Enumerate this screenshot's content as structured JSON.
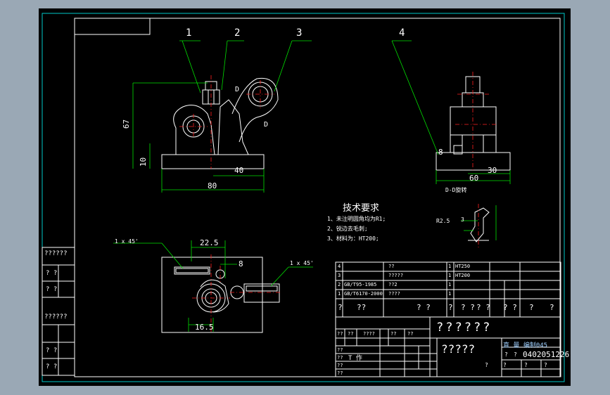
{
  "drawing": {
    "balloons": [
      "1",
      "2",
      "3",
      "4"
    ],
    "dims": {
      "h67": "67",
      "h10": "10",
      "w40": "40",
      "w80": "80",
      "w30": "30",
      "w60": "60",
      "h8": "8",
      "w22_5": "22.5",
      "w8": "8",
      "w16_5": "16.5",
      "chamfer_left": "1 x 45'",
      "chamfer_right": "1 x 45'",
      "detail_r": "R2.5",
      "detail_3": "3"
    },
    "section_marks": [
      "D",
      "D"
    ],
    "section_label": "D-D旋转",
    "tech_title": "技术要求",
    "tech_notes": [
      "1、未注明圆角均为R1;",
      "2、锐边去毛刺;",
      "3、材料为：HT200;"
    ]
  },
  "left_strip": [
    "??????",
    "?  ?",
    "?  ?",
    "??????",
    "?  ?",
    "?  ?"
  ],
  "bom": {
    "rows": [
      {
        "no": "4",
        "code": "",
        "name": "??",
        "qty": "1",
        "mat": "HT250"
      },
      {
        "no": "3",
        "code": "",
        "name": "?????",
        "qty": "1",
        "mat": "HT200"
      },
      {
        "no": "2",
        "code": "GB/T95-1985",
        "name": "??2",
        "qty": "1",
        "mat": ""
      },
      {
        "no": "1",
        "code": "GB/T6170-2000",
        "name": "????",
        "qty": "1",
        "mat": ""
      }
    ],
    "header": [
      "?",
      "??",
      "?  ?",
      "?",
      "? ?",
      "? ?",
      "? ?",
      "?",
      "?"
    ]
  },
  "title_block": {
    "big_title": "??????",
    "drawing_name": "?????",
    "small_row": [
      "??",
      "??",
      "????",
      "??",
      "??"
    ],
    "labels": [
      "??",
      "??",
      "??",
      "??"
    ],
    "sheet_title": "T 作",
    "material": "直 量 编制045",
    "drawing_no": "0402051226",
    "right_qs": [
      "?",
      "?",
      "?",
      "?",
      "?",
      "?"
    ]
  }
}
